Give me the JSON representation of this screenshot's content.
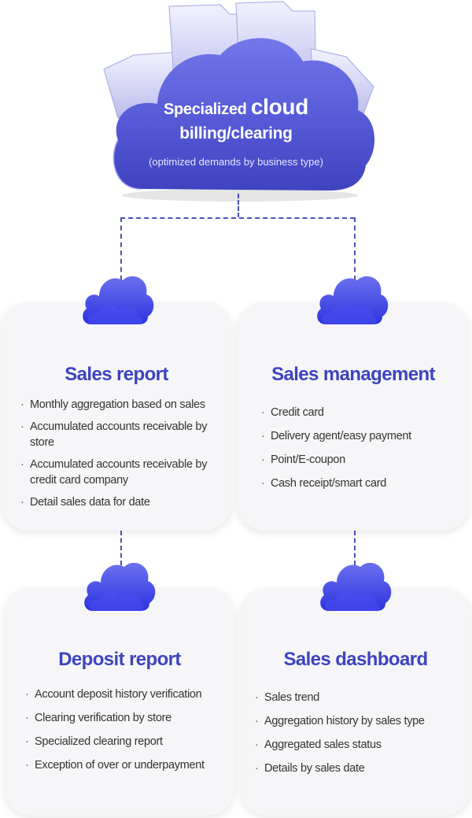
{
  "hero": {
    "line1_prefix": "Specialized",
    "line1_emphasis": "cloud",
    "line2": "billing/clearing",
    "line3": "(optimized demands by business type)",
    "icon": "cloud-with-folders-icon"
  },
  "colors": {
    "accent": "#3d44bf",
    "cloud": "#5a5fd9",
    "card_bg": "#f6f6f8",
    "connector": "#4a4fbf"
  },
  "cards": [
    {
      "id": "sales-report",
      "title": "Sales report",
      "icon": "cloud-icon",
      "items": [
        "Monthly aggregation based on sales",
        "Accumulated accounts receivable by store",
        "Accumulated accounts receivable by credit card company",
        "Detail sales data for date"
      ]
    },
    {
      "id": "sales-management",
      "title": "Sales management",
      "icon": "cloud-icon",
      "items": [
        "Credit card",
        "Delivery agent/easy payment",
        "Point/E-coupon",
        "Cash receipt/smart card"
      ]
    },
    {
      "id": "deposit-report",
      "title": "Deposit report",
      "icon": "cloud-icon",
      "items": [
        "Account deposit history verification",
        "Clearing verification by store",
        "Specialized clearing report",
        "Exception of over or underpayment"
      ]
    },
    {
      "id": "sales-dashboard",
      "title": "Sales dashboard",
      "icon": "cloud-icon",
      "items": [
        "Sales trend",
        "Aggregation history by sales type",
        "Aggregated sales status",
        "Details by sales date"
      ]
    }
  ]
}
